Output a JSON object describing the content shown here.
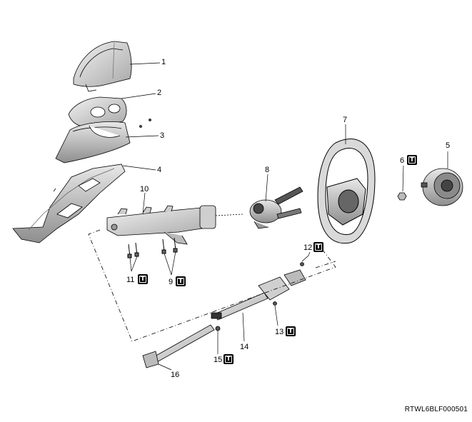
{
  "diagram": {
    "reference_code": "RTWL6BLF000501",
    "torque_symbol": "T",
    "callouts": [
      {
        "id": "c1",
        "number": "1"
      },
      {
        "id": "c2",
        "number": "2"
      },
      {
        "id": "c3",
        "number": "3"
      },
      {
        "id": "c4",
        "number": "4"
      },
      {
        "id": "c5",
        "number": "5"
      },
      {
        "id": "c6",
        "number": "6"
      },
      {
        "id": "c7",
        "number": "7"
      },
      {
        "id": "c8",
        "number": "8"
      },
      {
        "id": "c9",
        "number": "9"
      },
      {
        "id": "c10",
        "number": "10"
      },
      {
        "id": "c11",
        "number": "11"
      },
      {
        "id": "c12",
        "number": "12"
      },
      {
        "id": "c13",
        "number": "13"
      },
      {
        "id": "c14",
        "number": "14"
      },
      {
        "id": "c15",
        "number": "15"
      },
      {
        "id": "c16",
        "number": "16"
      }
    ],
    "colors": {
      "line": "#000000",
      "part_fill": "#e6e6e6",
      "part_shade": "#b5b5b5",
      "dark": "#3a3a3a"
    }
  }
}
